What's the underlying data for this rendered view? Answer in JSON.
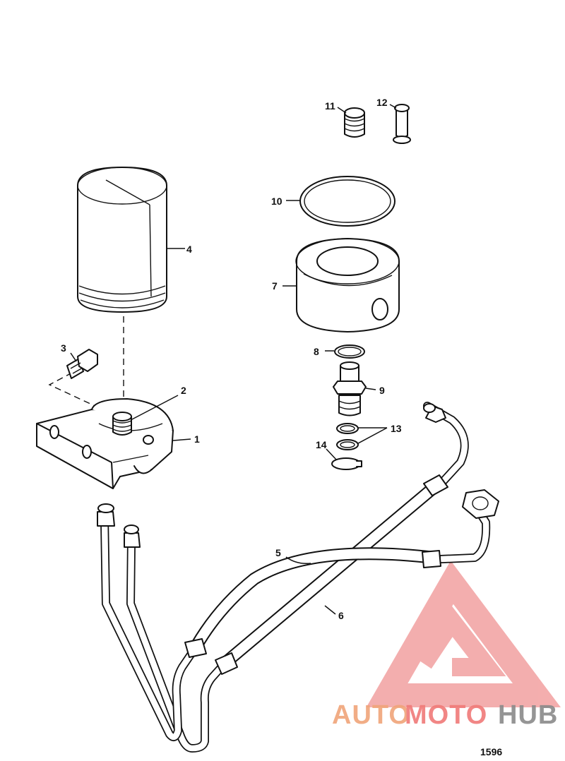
{
  "figure": {
    "drawing_number": "1596",
    "callouts": [
      {
        "id": "1",
        "label": "1"
      },
      {
        "id": "2",
        "label": "2"
      },
      {
        "id": "3",
        "label": "3"
      },
      {
        "id": "4",
        "label": "4"
      },
      {
        "id": "5",
        "label": "5"
      },
      {
        "id": "6",
        "label": "6"
      },
      {
        "id": "7",
        "label": "7"
      },
      {
        "id": "8",
        "label": "8"
      },
      {
        "id": "9",
        "label": "9"
      },
      {
        "id": "10",
        "label": "10"
      },
      {
        "id": "11",
        "label": "11"
      },
      {
        "id": "12",
        "label": "12"
      },
      {
        "id": "13",
        "label": "13"
      },
      {
        "id": "14",
        "label": "14"
      }
    ]
  },
  "watermark": {
    "word_part_1": "AUTO",
    "word_part_2": "MOTO",
    "word_part_3": "HUB",
    "color_primary": "#f0a57a",
    "color_secondary": "#f07a78",
    "color_tertiary": "#8a8a8a"
  }
}
